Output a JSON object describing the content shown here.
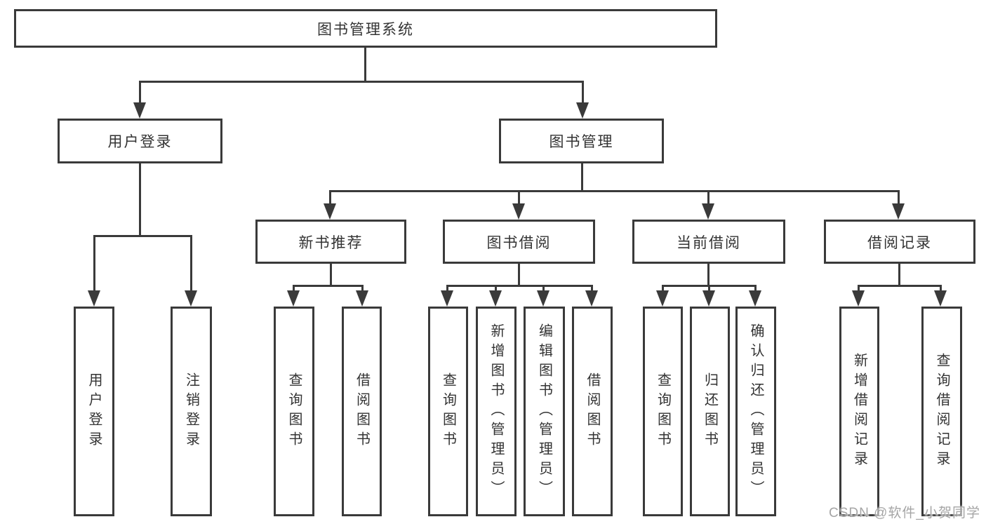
{
  "tree": {
    "root": {
      "label": "图书管理系统",
      "children": [
        {
          "label": "用户登录",
          "children": [
            {
              "label": "用户登录"
            },
            {
              "label": "注销登录"
            }
          ]
        },
        {
          "label": "图书管理",
          "children": [
            {
              "label": "新书推荐",
              "children": [
                {
                  "label": "查询图书"
                },
                {
                  "label": "借阅图书"
                }
              ]
            },
            {
              "label": "图书借阅",
              "children": [
                {
                  "label": "查询图书"
                },
                {
                  "label": "新增图书（管理员）"
                },
                {
                  "label": "编辑图书（管理员）"
                },
                {
                  "label": "借阅图书"
                }
              ]
            },
            {
              "label": "当前借阅",
              "children": [
                {
                  "label": "查询图书"
                },
                {
                  "label": "归还图书"
                },
                {
                  "label": "确认归还（管理员）"
                }
              ]
            },
            {
              "label": "借阅记录",
              "children": [
                {
                  "label": "新增借阅记录"
                },
                {
                  "label": "查询借阅记录"
                }
              ]
            }
          ]
        }
      ]
    }
  },
  "colors": {
    "line": "#3a3a3a",
    "text": "#333333",
    "watermark": "#a5a5a5"
  },
  "watermark": {
    "text": "CSDN @软件_小贺同学"
  }
}
